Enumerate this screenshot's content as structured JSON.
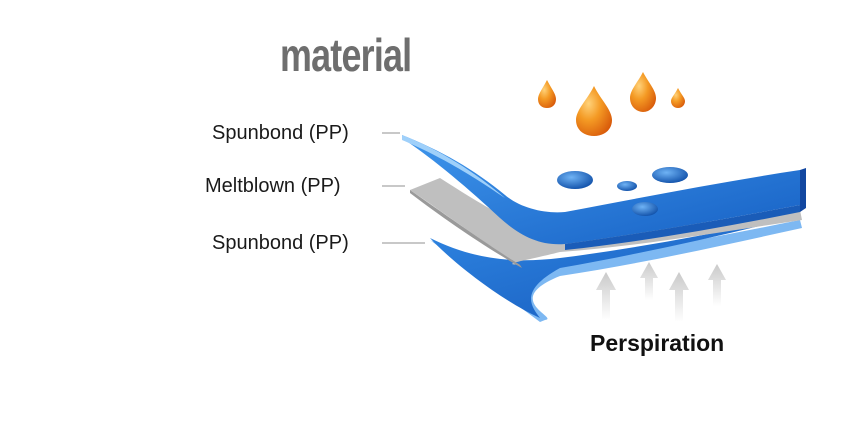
{
  "title": "material",
  "layers": [
    {
      "label": "Spunbond (PP)"
    },
    {
      "label": "Meltblown (PP)"
    },
    {
      "label": "Spunbond (PP)"
    }
  ],
  "bottom_label": "Perspiration",
  "colors": {
    "fabric_blue": "#1f72d6",
    "fabric_edge": "#7db8f2",
    "meltblown_gray": "#bfbfbf",
    "droplet_orange": "#f07a12",
    "arrow_gray": "#d4d4d4",
    "title_gray": "#6e6e6e"
  }
}
